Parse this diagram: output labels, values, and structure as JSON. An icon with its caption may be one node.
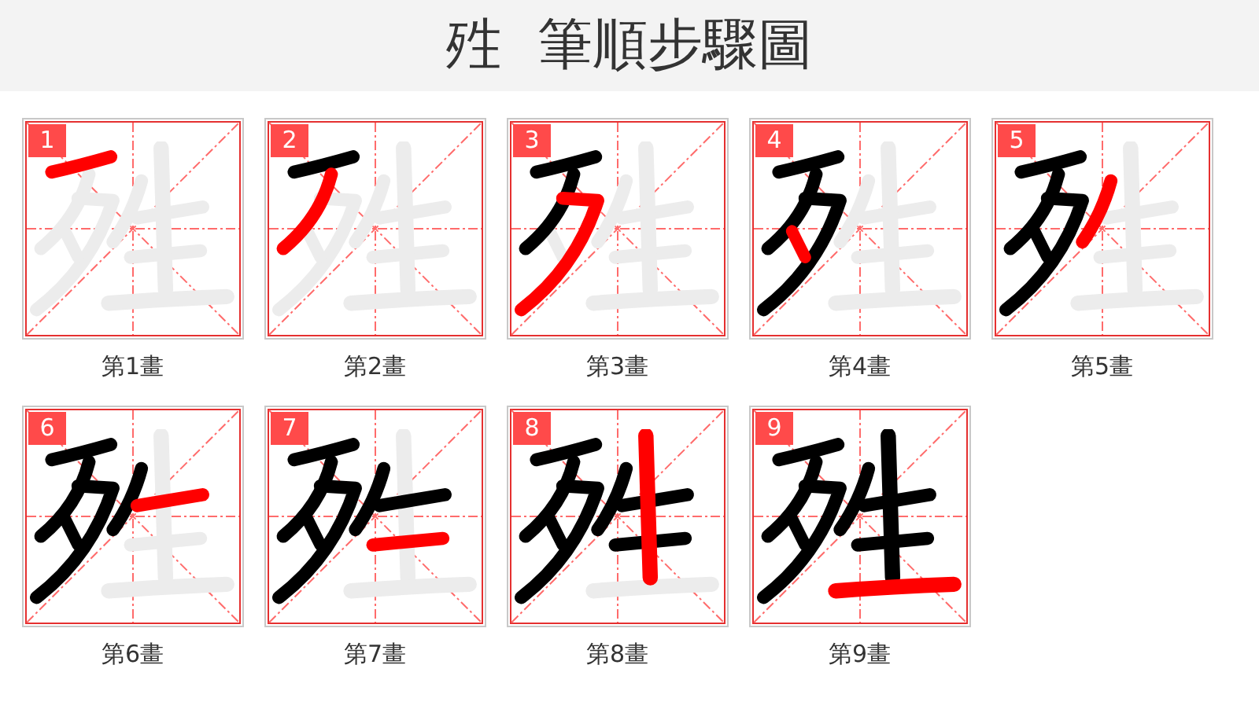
{
  "diagram": {
    "title": "殅 筆順步驟圖",
    "nodes": [
      {
        "text": [
          "1"
        ],
        "beside": [
          "第1畫"
        ]
      },
      {
        "text": [
          "2"
        ],
        "beside": [
          "第2畫"
        ]
      },
      {
        "text": [
          "3"
        ],
        "beside": [
          "第3畫"
        ]
      },
      {
        "text": [
          "4"
        ],
        "beside": [
          "第4畫"
        ]
      },
      {
        "text": [
          "5"
        ],
        "beside": [
          "第5畫"
        ]
      },
      {
        "text": [
          "6"
        ],
        "beside": [
          "第6畫"
        ]
      },
      {
        "text": [
          "7"
        ],
        "beside": [
          "第7畫"
        ]
      },
      {
        "text": [
          "8"
        ],
        "beside": [
          "第8畫"
        ]
      },
      {
        "text": [
          "9"
        ],
        "beside": [
          "第9畫"
        ]
      }
    ]
  }
}
